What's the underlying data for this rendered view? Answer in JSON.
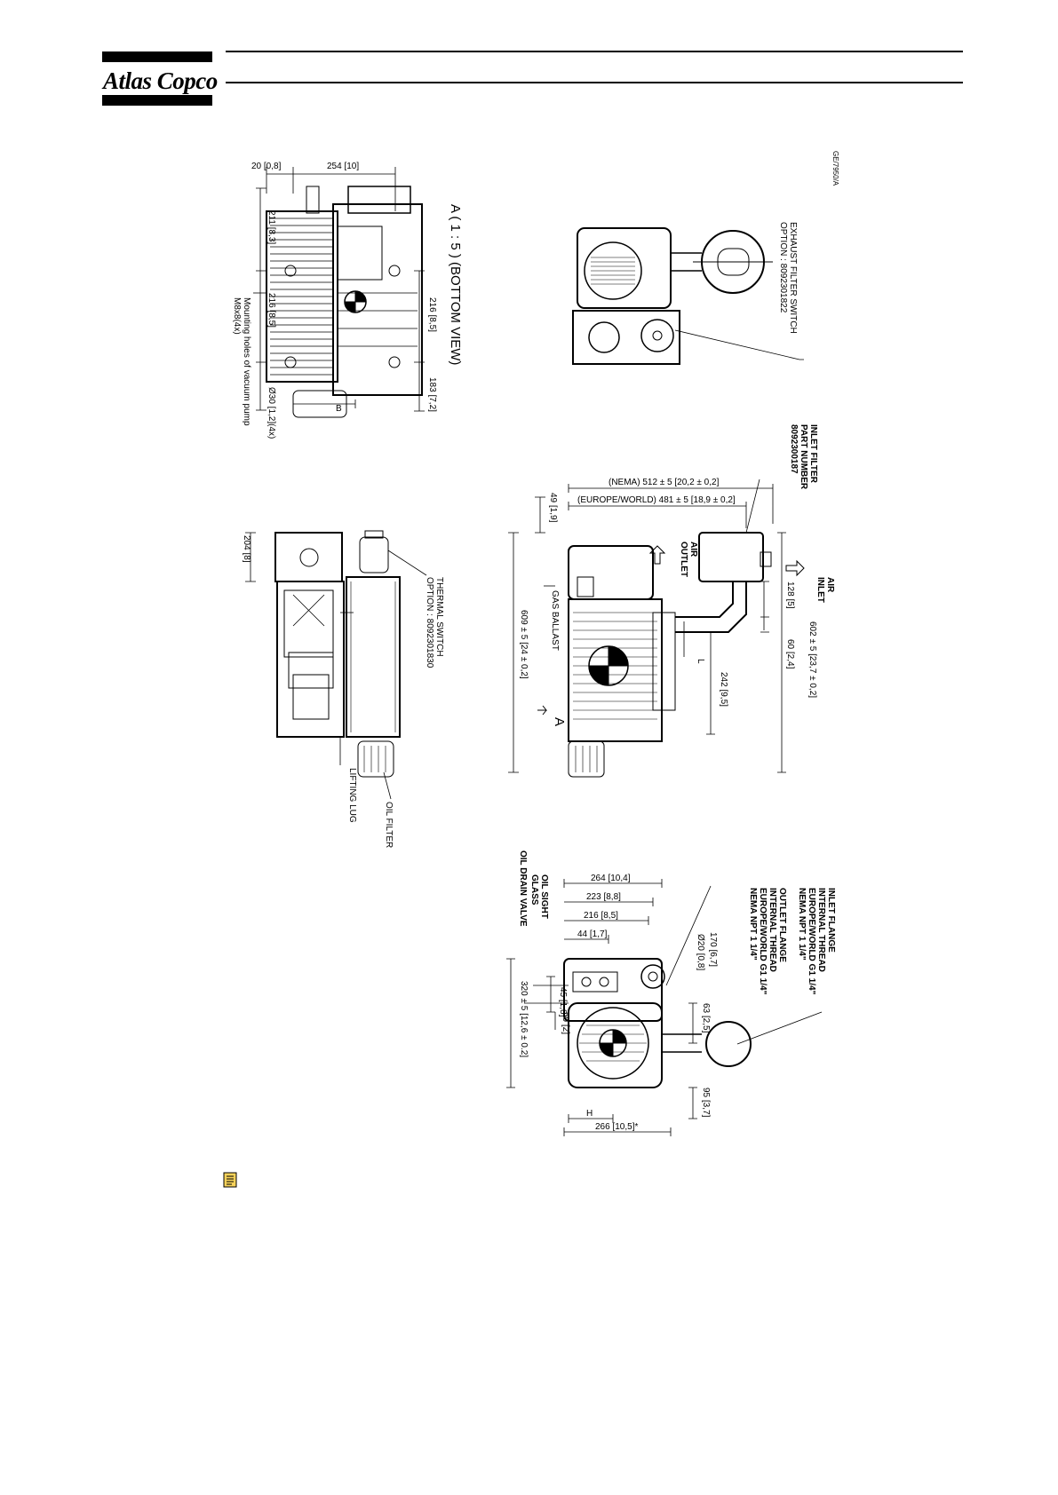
{
  "header": {
    "logo": "Atlas Copco"
  },
  "drawing_ref": "GE/7950/A",
  "view_bottom": {
    "title": "A ( 1 : 5 ) (BOTTOM VIEW)",
    "dims": [
      "20 [0,8]",
      "254 [10]",
      "211 [8,3]",
      "216 [8,5]",
      "216 [8,5]",
      "183 [7,2]",
      "B"
    ],
    "mounting": [
      "Mounting holes of vacuum pump",
      "M8x8(4x)"
    ],
    "diameter": "Ø30 [1,2](4x)"
  },
  "view_top_right": {
    "callout": [
      "EXHAUST FILTER SWITCH",
      "OPTION : 8092301822"
    ]
  },
  "view_side_left": {
    "dim": "204 [8]",
    "thermal": [
      "THERMAL SWITCH",
      "OPTION : 8092301830"
    ],
    "lifting_lug": "LIFTING LUG",
    "oil_filter": "OIL FILTER"
  },
  "view_side_main": {
    "inlet_filter": [
      "INLET FILTER",
      "PART NUMBER",
      "8092300187"
    ],
    "nema": "(NEMA) 512 ± 5 [20,2 ± 0,2]",
    "europe": "(EUROPE/WORLD) 481 ± 5 [18,9 ± 0,2]",
    "d49": "49 [1,9]",
    "air_outlet": [
      "AIR",
      "OUTLET"
    ],
    "air_inlet": [
      "AIR",
      "INLET"
    ],
    "gas_ballast": "GAS BALLAST",
    "d128": "128 [5]",
    "d60": "60 [2,4]",
    "d242": "242 [9,5]",
    "d602": "602 ± 5 [23,7 ± 0,2]",
    "d609": "609 ± 5 [24 ± 0,2]",
    "L": "L",
    "A": "A"
  },
  "view_front": {
    "inlet_flange": [
      "INLET FLANGE",
      "INTERNAL THREAD",
      "EUROPE/WORLD G1 1/4\"",
      "NEMA NPT 1 1/4\""
    ],
    "outlet_flange": [
      "OUTLET FLANGE",
      "INTERNAL THREAD",
      "EUROPE/WORLD G1 1/4\"",
      "NEMA NPT 1 1/4\""
    ],
    "oil_sight": [
      "OIL SIGHT",
      "GLASS"
    ],
    "oil_drain": "OIL DRAIN VALVE",
    "d264": "264 [10,4]",
    "d223": "223 [8,8]",
    "d216": "216 [8,5]",
    "d44": "44 [1,7]",
    "d20": "Ø20 [0,8]",
    "d170": "170 [6,7]",
    "d45": "45 [1,8]",
    "d50": "50 [2]",
    "d63": "63 [2,5]",
    "d320": "320 ± 5 [12,6 ± 0.2]",
    "d95": "95 [3,7]",
    "H": "H",
    "d266": "266 [10,5]*"
  }
}
